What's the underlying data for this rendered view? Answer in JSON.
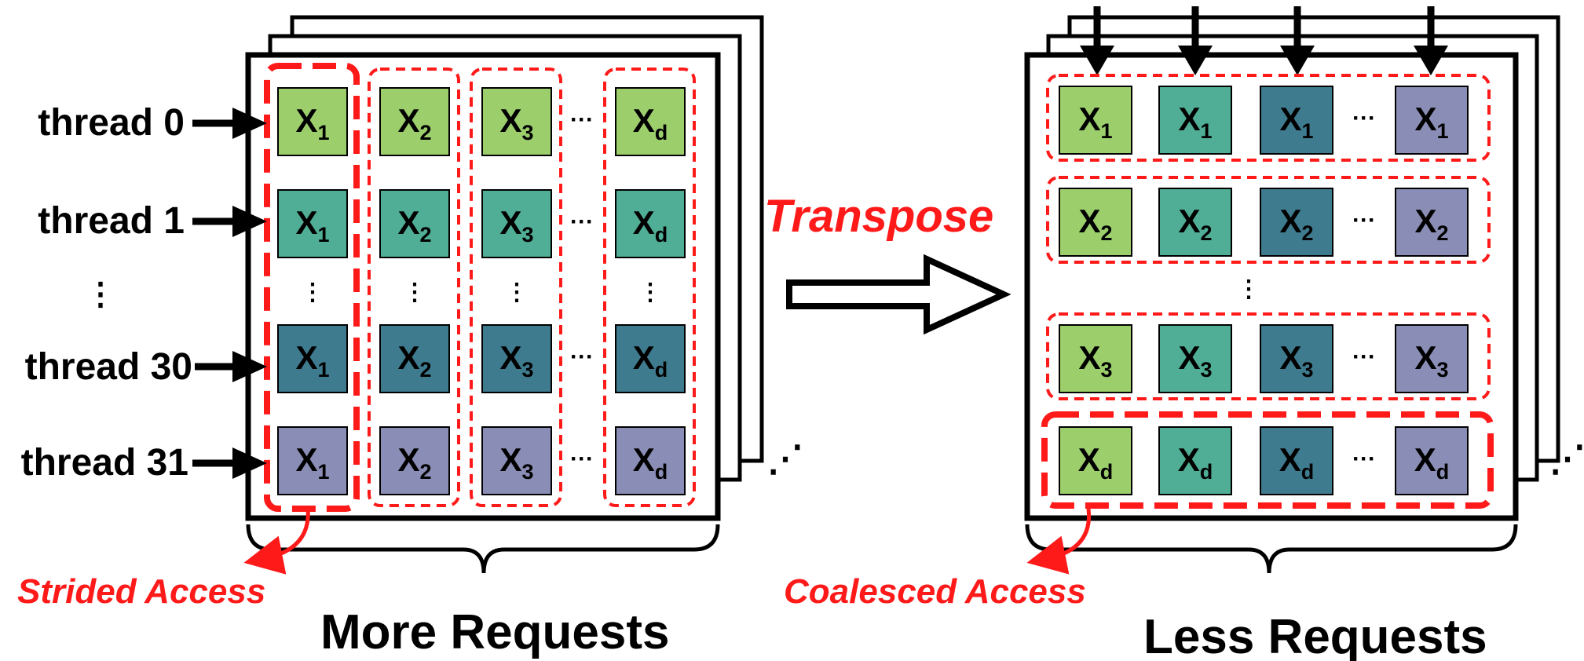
{
  "left_panel": {
    "thread_labels": [
      "thread 0",
      "thread 1",
      "thread 30",
      "thread 31"
    ],
    "columns": [
      {
        "base": "X",
        "sub": "1"
      },
      {
        "base": "X",
        "sub": "2"
      },
      {
        "base": "X",
        "sub": "3"
      },
      {
        "base": "X",
        "sub": "d"
      }
    ],
    "ellipsis_horizontal": "···",
    "ellipsis_vertical": "⋮",
    "access_label": "Strided Access",
    "request_label": "More Requests"
  },
  "transform_label": "Transpose",
  "right_panel": {
    "rows": [
      {
        "base": "X",
        "sub": "1"
      },
      {
        "base": "X",
        "sub": "2"
      },
      {
        "base": "X",
        "sub": "3"
      },
      {
        "base": "X",
        "sub": "d"
      }
    ],
    "ellipsis_horizontal": "···",
    "ellipsis_vertical": "⋮",
    "access_label": "Coalesced Access",
    "request_label": "Less Requests"
  },
  "stack_ellipsis": "⋰",
  "colors": {
    "cell_light_green": "#9ccf6c",
    "cell_teal_green": "#4fae95",
    "cell_dark_teal": "#3f7b8f",
    "cell_purple": "#8a8db5",
    "highlight_red": "#ff1a1a",
    "outline": "#000000"
  }
}
